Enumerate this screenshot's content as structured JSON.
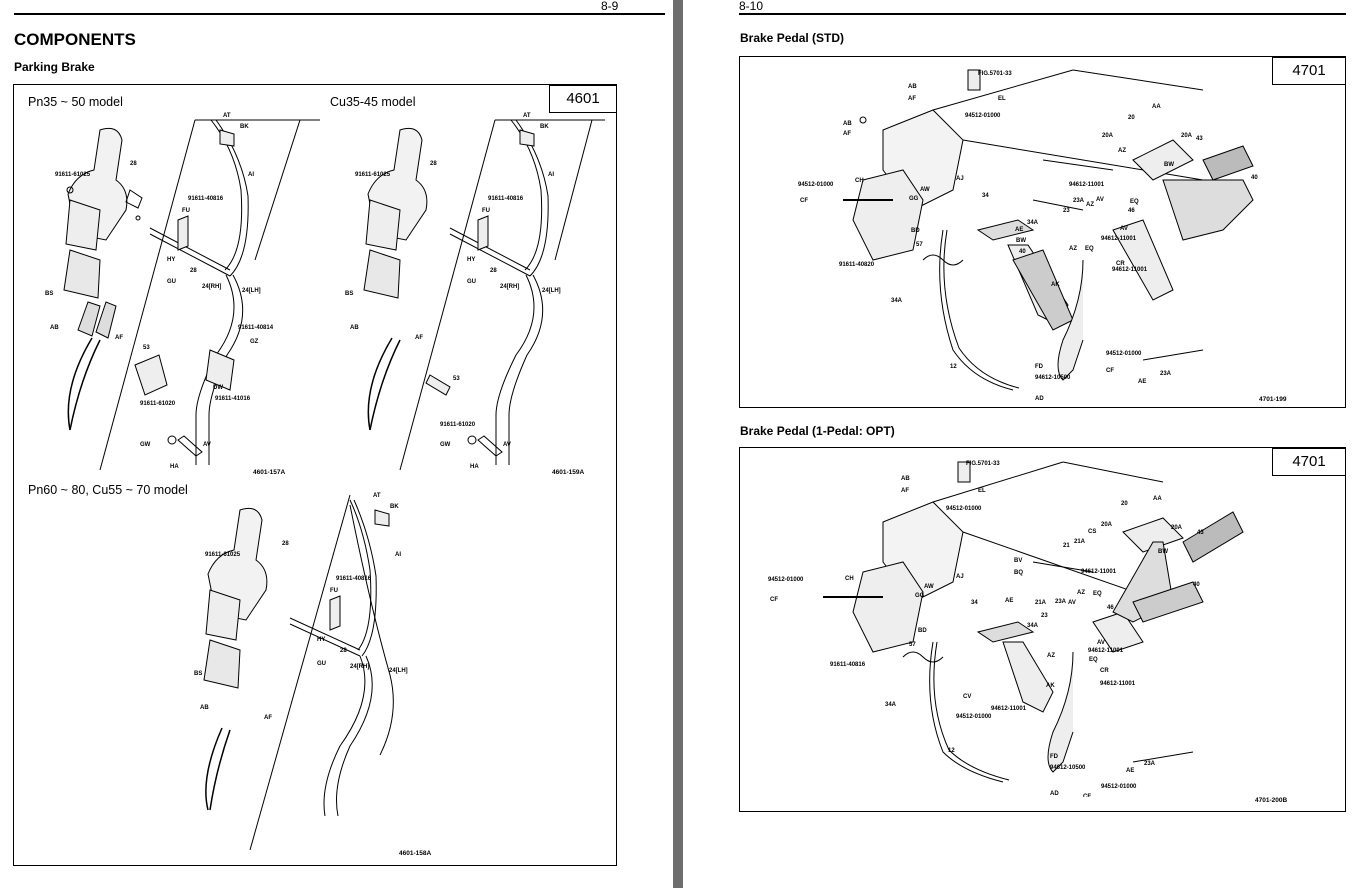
{
  "left_page": {
    "page_number": "8-9",
    "section_title": "COMPONENTS",
    "subtitle": "Parking Brake",
    "figure_number": "4601",
    "models": [
      "Pn35 ~ 50 model",
      "Cu35-45 model",
      "Pn60 ~ 80, Cu55 ~ 70 model"
    ],
    "drawing_codes": [
      "4601-157A",
      "4601-159A",
      "4601-158A"
    ],
    "callouts": {
      "c28": "28",
      "c91611_61025": "91611-61025",
      "cAT": "AT",
      "cBK": "BK",
      "cAI": "AI",
      "c91611_40816": "91611-40816",
      "cFU": "FU",
      "cHY": "HY",
      "cGU": "GU",
      "c24RH": "24[RH]",
      "c24LH": "24[LH]",
      "cBS": "BS",
      "cAB": "AB",
      "cAF": "AF",
      "c91611_40814": "91611-40814",
      "cGZ": "GZ",
      "c53": "53",
      "cDW": "DW",
      "c91611_41016": "91611-41016",
      "c91611_61020": "91611-61020",
      "cGW": "GW",
      "cAV": "AV",
      "cHA": "HA"
    }
  },
  "right_page": {
    "page_number": "8-10",
    "fig1": {
      "title": "Brake Pedal (STD)",
      "figure_number": "4701",
      "drawing_code": "4701-199",
      "callouts": {
        "cFIG": "FIG.5701-33",
        "cAB": "AB",
        "cAF": "AF",
        "cEL": "EL",
        "c94512_01000": "94512-01000",
        "cCH": "CH",
        "cCF": "CF",
        "cAW": "AW",
        "cAJ": "AJ",
        "cGG": "GG",
        "cBD": "BD",
        "c57": "57",
        "c91611_40820": "91611-40820",
        "c34A": "34A",
        "c34": "34",
        "cAE": "AE",
        "cBW": "BW",
        "c40": "40",
        "c20": "20",
        "c20A": "20A",
        "cAA": "AA",
        "c43": "43",
        "cAZ": "AZ",
        "c94612_11001": "94612-11001",
        "c23": "23",
        "c23A": "23A",
        "cAV": "AV",
        "cEQ": "EQ",
        "c46": "46",
        "cEQ2": "EQ",
        "cCR": "CR",
        "cAK": "AK",
        "c12": "12",
        "cFD": "FD",
        "c94612_10500": "94612-10500",
        "cAD": "AD"
      }
    },
    "fig2": {
      "title": "Brake Pedal (1-Pedal: OPT)",
      "figure_number": "4701",
      "drawing_code": "4701-200B",
      "callouts": {
        "cFIG": "FIG.5701-33",
        "cAB": "AB",
        "cAF": "AF",
        "cEL": "EL",
        "c94512_01000": "94512-01000",
        "cCH": "CH",
        "cCF": "CF",
        "cAW": "AW",
        "cAJ": "AJ",
        "cGG": "GG",
        "cBD": "BD",
        "c57": "57",
        "c91611_40816": "91611-40816",
        "c34A": "34A",
        "c34": "34",
        "cAE": "AE",
        "cBV": "BV",
        "cBQ": "BQ",
        "c21": "21",
        "c21A": "21A",
        "cCS": "CS",
        "c20": "20",
        "c20A": "20A",
        "cAA": "AA",
        "c43": "43",
        "cBW": "BW",
        "c40": "40",
        "c94612_11001": "94612-11001",
        "cAZ": "AZ",
        "c46": "46",
        "cAV": "AV",
        "c23": "23",
        "c23A": "23A",
        "cEQ": "EQ",
        "cCR": "CR",
        "cAK": "AK",
        "cCV": "CV",
        "c12": "12",
        "cFD": "FD",
        "c94612_10500": "94612-10500",
        "cAD": "AD"
      }
    }
  }
}
